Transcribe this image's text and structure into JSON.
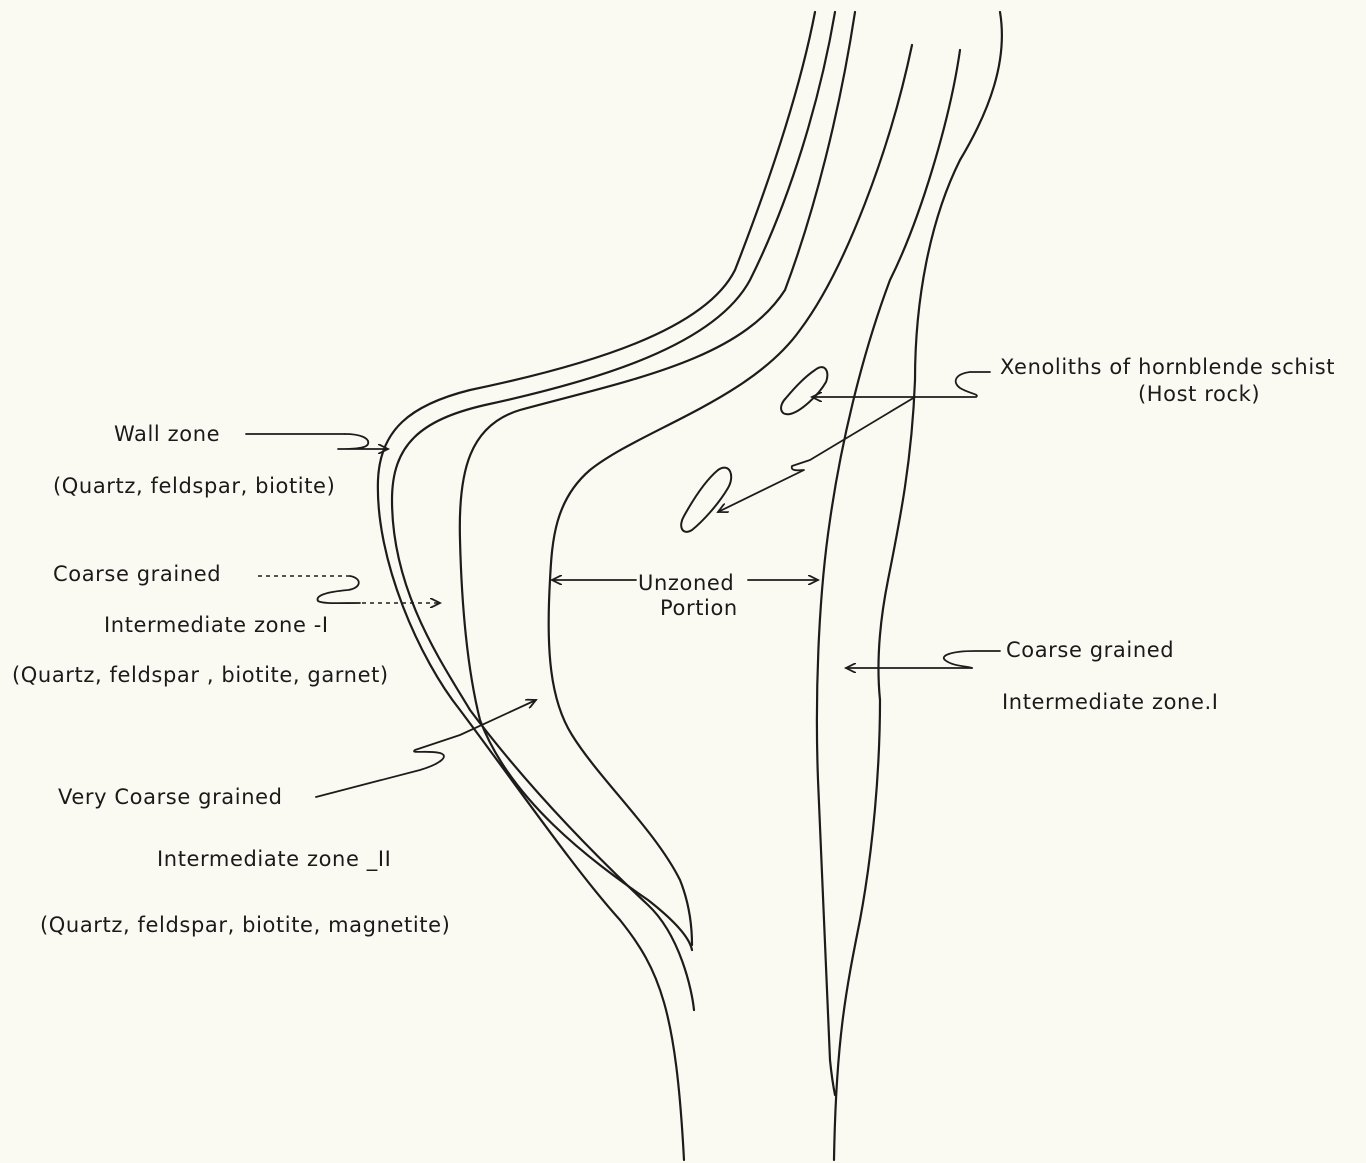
{
  "labels": {
    "wall_zone": "Wall zone",
    "wall_zone_minerals": "(Quartz, feldspar, biotite)",
    "coarse_left_line1": "Coarse grained",
    "coarse_left_line2": "Intermediate zone -I",
    "coarse_left_minerals": "(Quartz, feldspar , biotite, garnet)",
    "very_coarse_line1": "Very Coarse grained",
    "very_coarse_line2": "Intermediate zone _II",
    "very_coarse_minerals": "(Quartz, feldspar, biotite, magnetite)",
    "unzoned_line1": "Unzoned",
    "unzoned_line2": "Portion",
    "xenoliths_line1": "Xenoliths of hornblende schist",
    "xenoliths_line2": "(Host rock)",
    "coarse_right_line1": "Coarse grained",
    "coarse_right_line2": "Intermediate zone.I"
  }
}
